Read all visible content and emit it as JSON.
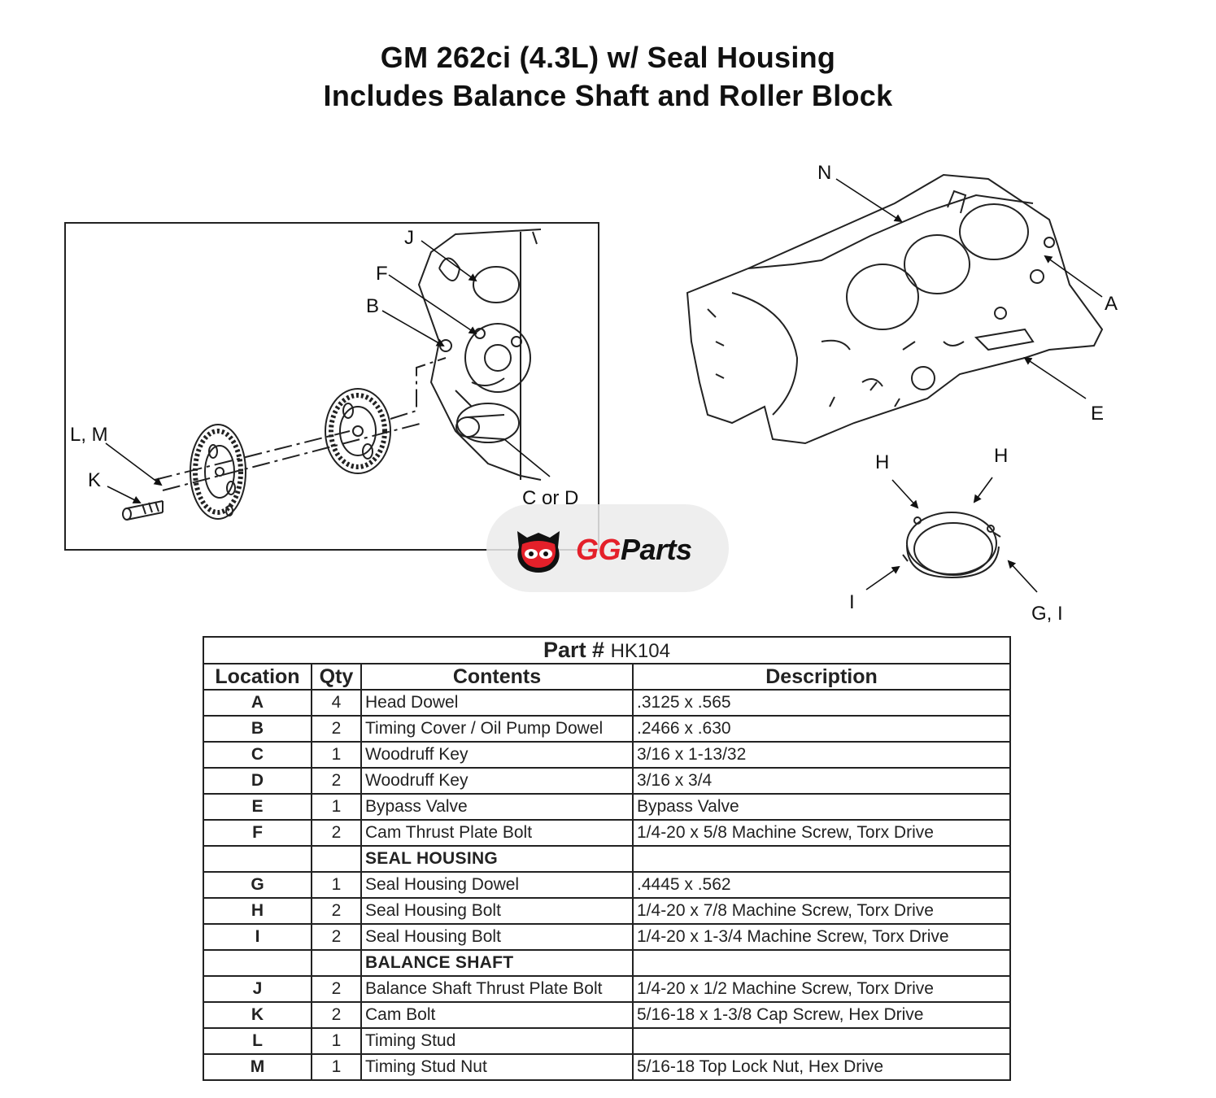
{
  "title": {
    "line1": "GM 262ci (4.3L) w/ Seal Housing",
    "line2": "Includes Balance Shaft and Roller Block"
  },
  "diagram": {
    "labels": [
      "J",
      "F",
      "B",
      "L, M",
      "K",
      "C or D",
      "N",
      "A",
      "E",
      "H",
      "H",
      "I",
      "G, I"
    ]
  },
  "logo": {
    "brand_a": "GG",
    "brand_b": "Parts"
  },
  "table": {
    "part_label": "Part #",
    "part_number": "HK104",
    "headers": [
      "Location",
      "Qty",
      "Contents",
      "Description"
    ],
    "rows": [
      {
        "loc": "A",
        "qty": "4",
        "contents": "Head Dowel",
        "desc": ".3125 x .565"
      },
      {
        "loc": "B",
        "qty": "2",
        "contents": "Timing Cover / Oil Pump Dowel",
        "desc": ".2466 x .630"
      },
      {
        "loc": "C",
        "qty": "1",
        "contents": "Woodruff Key",
        "desc": "3/16 x 1-13/32"
      },
      {
        "loc": "D",
        "qty": "2",
        "contents": "Woodruff Key",
        "desc": "3/16 x 3/4"
      },
      {
        "loc": "E",
        "qty": "1",
        "contents": "Bypass Valve",
        "desc": "Bypass Valve"
      },
      {
        "loc": "F",
        "qty": "2",
        "contents": "Cam Thrust Plate Bolt",
        "desc": "1/4-20 x 5/8 Machine Screw, Torx Drive"
      },
      {
        "loc": "",
        "qty": "",
        "contents": "SEAL HOUSING",
        "desc": "",
        "section": true
      },
      {
        "loc": "G",
        "qty": "1",
        "contents": "Seal Housing Dowel",
        "desc": ".4445 x .562"
      },
      {
        "loc": "H",
        "qty": "2",
        "contents": "Seal Housing Bolt",
        "desc": "1/4-20 x 7/8 Machine Screw, Torx Drive"
      },
      {
        "loc": "I",
        "qty": "2",
        "contents": "Seal Housing Bolt",
        "desc": "1/4-20 x 1-3/4 Machine Screw, Torx Drive"
      },
      {
        "loc": "",
        "qty": "",
        "contents": "BALANCE SHAFT",
        "desc": "",
        "section": true
      },
      {
        "loc": "J",
        "qty": "2",
        "contents": "Balance Shaft Thrust Plate Bolt",
        "desc": "1/4-20 x 1/2 Machine Screw, Torx Drive"
      },
      {
        "loc": "K",
        "qty": "2",
        "contents": "Cam Bolt",
        "desc": "5/16-18 x 1-3/8 Cap Screw, Hex Drive"
      },
      {
        "loc": "L",
        "qty": "1",
        "contents": "Timing Stud",
        "desc": ""
      },
      {
        "loc": "M",
        "qty": "1",
        "contents": "Timing Stud Nut",
        "desc": "5/16-18 Top Lock Nut, Hex Drive"
      }
    ]
  }
}
